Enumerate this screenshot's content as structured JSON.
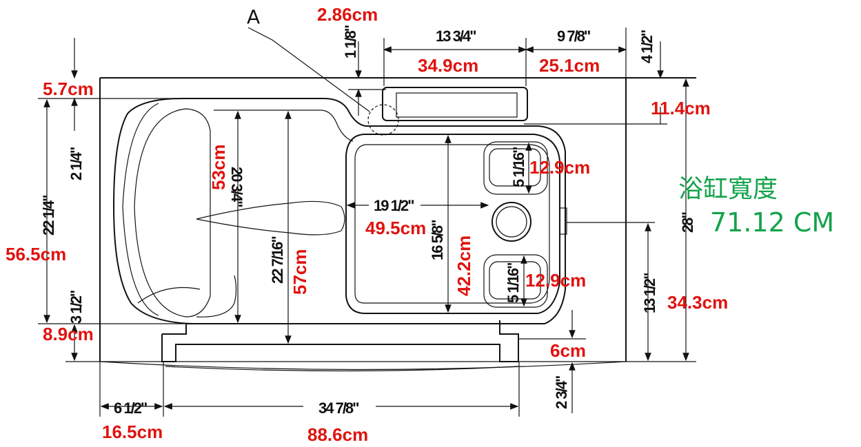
{
  "marker": "A",
  "green_title": "浴缸寬度",
  "green_value": "71.12 CM",
  "dims_inch": {
    "top_a": "1 1/8\"",
    "top_b": "13 3/4\"",
    "top_c": "9 7/8\"",
    "top_d": "4 1/2\"",
    "left_a": "2 1/4\"",
    "left_b": "22 1/4\"",
    "left_c": "3 1/2\"",
    "inner_a": "20 3/4\"",
    "inner_b": "22 7/16\"",
    "inner_c": "19 1/2\"",
    "inner_d": "16 5/8\"",
    "seat_a": "5 1/16\"",
    "seat_b": "5 1/16\"",
    "right_a": "28\"",
    "right_b": "13 1/2\"",
    "bottom_a": "6 1/2\"",
    "bottom_b": "34 7/8\"",
    "bottom_c": "2 3/4\""
  },
  "dims_cm": {
    "c1": "2.86cm",
    "c2": "34.9cm",
    "c3": "25.1cm",
    "c4": "5.7cm",
    "c5": "11.4cm",
    "c6": "53cm",
    "c7": "12.9cm",
    "c8": "56.5cm",
    "c9": "49.5cm",
    "c10": "57cm",
    "c11": "42.2cm",
    "c12": "12.9cm",
    "c13": "34.3cm",
    "c14": "8.9cm",
    "c15": "6cm",
    "c16": "16.5cm",
    "c17": "88.6cm"
  }
}
